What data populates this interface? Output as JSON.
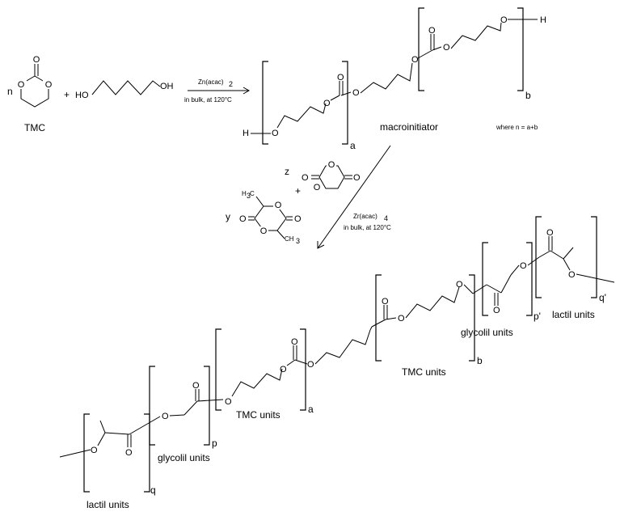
{
  "reactants": {
    "tmc": {
      "label": "TMC",
      "repeat": "n",
      "o_atom": "O"
    },
    "diol": {
      "left_group": "HO",
      "right_group": "OH"
    },
    "plus": "+"
  },
  "step1": {
    "catalyst": "Zn(acac)",
    "catalyst_sub": "2",
    "conditions": "in bulk, at 120°C"
  },
  "macroinitiator": {
    "label": "macroinitiator",
    "h": "H",
    "o": "O",
    "sub_a": "a",
    "sub_b": "b",
    "note": "where n = a+b"
  },
  "comonomers": {
    "glycolide_coef": "z",
    "lactide_coef": "y",
    "plus": "+",
    "o": "O",
    "methyl": "H",
    "methyl_sub": "3",
    "methyl_c": "C",
    "methyl_right": "CH",
    "methyl_right_sub": "3"
  },
  "step2": {
    "catalyst": "Zr(acac)",
    "catalyst_sub": "4",
    "conditions": "in bulk, at 120°C"
  },
  "copolymer": {
    "o": "O",
    "units": {
      "lactil": "lactil units",
      "glycolil": "glycolil units",
      "tmc": "TMC units"
    },
    "subs": {
      "q_prime": "q'",
      "p_prime": "p'",
      "b": "b",
      "a": "a",
      "p": "p",
      "q": "q"
    }
  }
}
